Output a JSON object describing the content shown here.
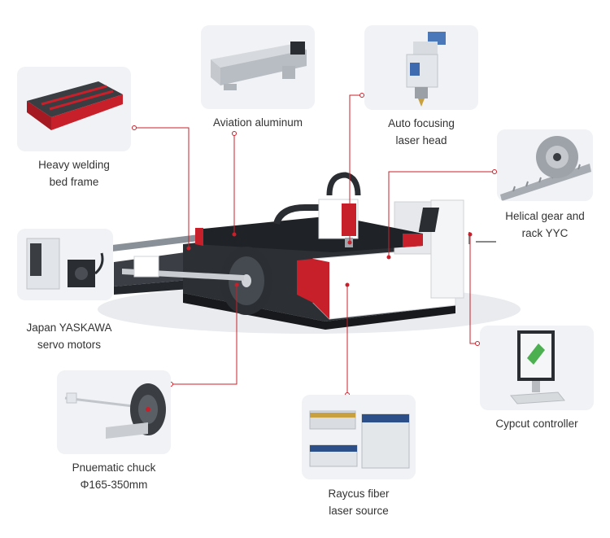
{
  "features": {
    "aviation": {
      "line1": "Aviation aluminum",
      "line2": ""
    },
    "autofocus": {
      "line1": "Auto focusing",
      "line2": "laser head"
    },
    "welding": {
      "line1": "Heavy welding",
      "line2": "bed frame"
    },
    "helical": {
      "line1": "Helical gear and",
      "line2": "rack YYC"
    },
    "servo": {
      "line1": "Japan YASKAWA",
      "line2": "servo motors"
    },
    "cypcut": {
      "line1": "Cypcut controller",
      "line2": ""
    },
    "chuck": {
      "line1": "Pnuematic chuck",
      "line2": "Φ165-350mm"
    },
    "raycus": {
      "line1": "Raycus fiber",
      "line2": "laser source"
    }
  },
  "colors": {
    "accent": "#c8202a",
    "card": "#f0f2f5",
    "text": "#333333"
  }
}
